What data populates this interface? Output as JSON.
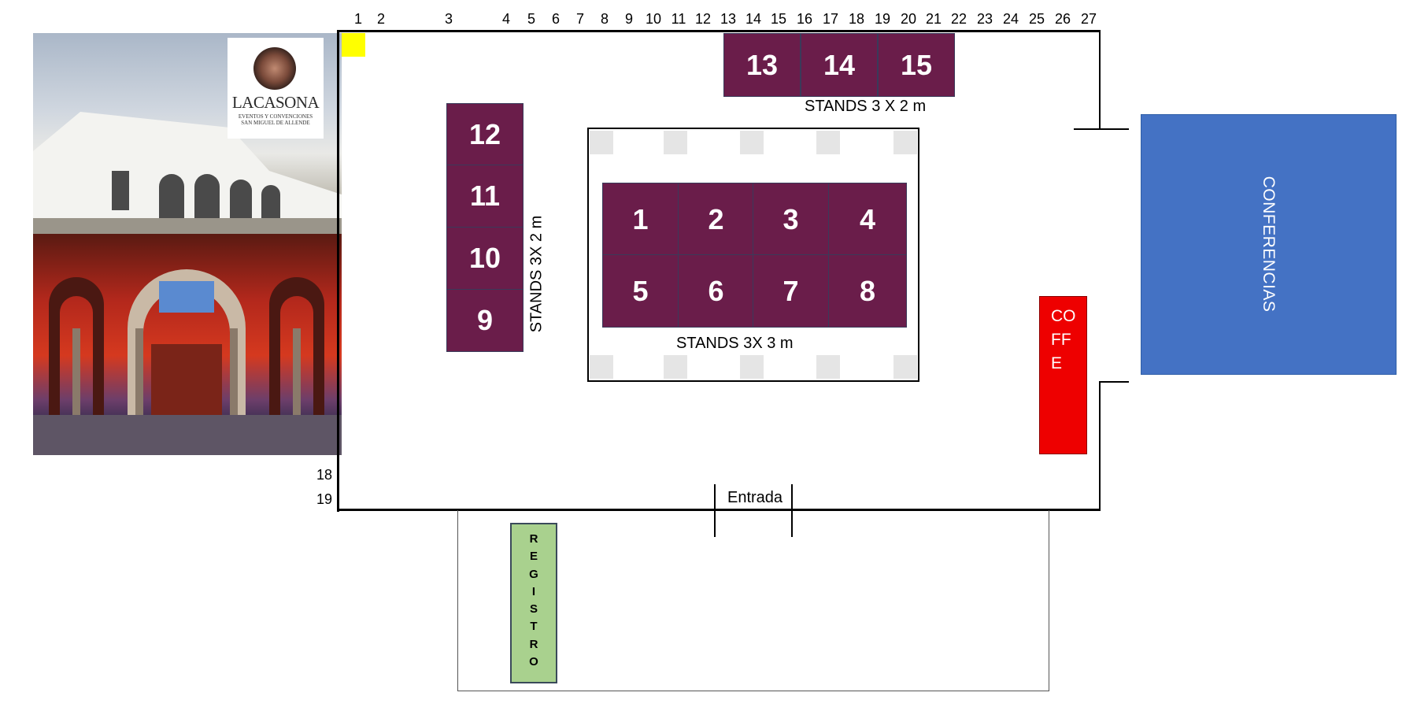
{
  "column_numbers": [
    "1",
    "2",
    "3",
    "4",
    "5",
    "6",
    "7",
    "8",
    "9",
    "10",
    "11",
    "12",
    "13",
    "14",
    "15",
    "16",
    "17",
    "18",
    "19",
    "20",
    "21",
    "22",
    "23",
    "24",
    "25",
    "26",
    "27"
  ],
  "row_numbers": [
    "18",
    "19"
  ],
  "logo": {
    "name": "LACASONA",
    "subtitle_line1": "EVENTOS Y CONVENCIONES",
    "subtitle_line2": "SAN MIGUEL DE ALLENDE"
  },
  "stands_top": [
    "13",
    "14",
    "15"
  ],
  "stands_top_label": "STANDS 3 X 2 m",
  "stands_left": [
    "12",
    "11",
    "10",
    "9"
  ],
  "stands_left_label": "STANDS 3X 2 m",
  "stands_center": [
    "1",
    "2",
    "3",
    "4",
    "5",
    "6",
    "7",
    "8"
  ],
  "stands_center_label": "STANDS 3X 3 m",
  "conferencias_label": "CONFERENCIAS",
  "coffee_label": [
    "CO",
    "FF",
    "E"
  ],
  "entrance_label": "Entrada",
  "registro_letters": [
    "R",
    "E",
    "G",
    "I",
    "S",
    "T",
    "R",
    "O"
  ],
  "colors": {
    "stand": "#6a1d4a",
    "conferencias": "#4472c4",
    "coffee": "#ee0000",
    "registro": "#a9d18e",
    "marker": "#ffff00"
  }
}
